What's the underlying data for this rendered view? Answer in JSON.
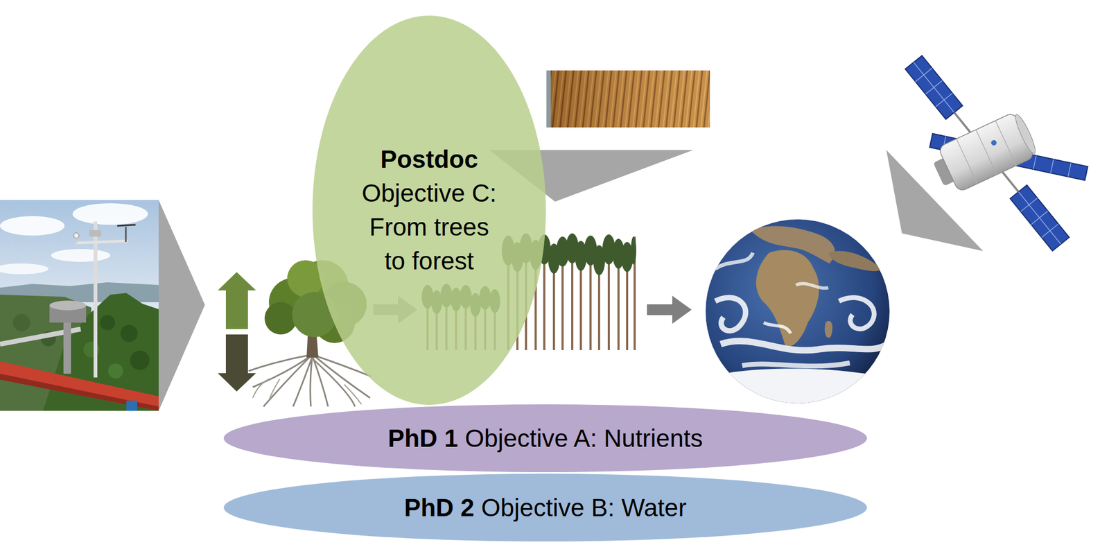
{
  "diagram": {
    "nodes": [
      {
        "text": [
          "Postdoc",
          "Objective C: From trees to forest"
        ]
      },
      {
        "text": [
          "PhD 1",
          "Objective A: Nutrients"
        ]
      },
      {
        "text": [
          "PhD 2",
          "Objective B: Water"
        ]
      }
    ]
  }
}
